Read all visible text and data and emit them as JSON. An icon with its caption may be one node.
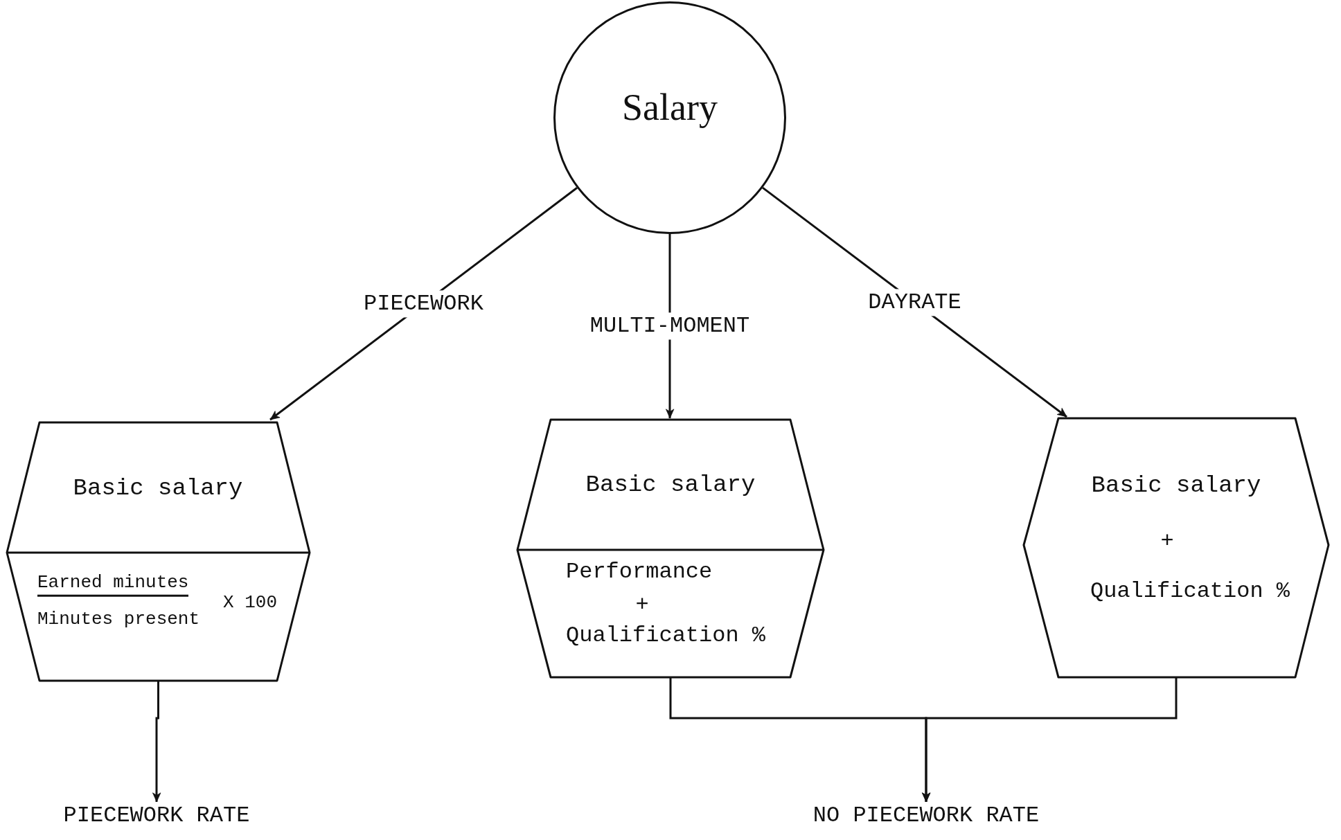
{
  "diagram": {
    "nodes": [
      {
        "text": [
          "Salary"
        ]
      },
      {
        "text": [
          "Basic salary",
          "Earned minutes",
          "Minutes present",
          "X 100"
        ]
      },
      {
        "text": [
          "Basic salary",
          "Performance",
          "+",
          "Qualification %"
        ]
      },
      {
        "text": [
          "Basic salary",
          "+",
          "Qualification %"
        ]
      },
      {
        "text": [
          "PIECEWORK RATE"
        ]
      },
      {
        "text": [
          "NO PIECEWORK RATE"
        ]
      }
    ],
    "edges": [
      {
        "from": 0,
        "to": 1,
        "arrow": "to",
        "label": "PIECEWORK"
      },
      {
        "from": 0,
        "to": 2,
        "arrow": "to",
        "label": "MULTI-MOMENT"
      },
      {
        "from": 0,
        "to": 3,
        "arrow": "to",
        "label": "DAYRATE"
      },
      {
        "from": 1,
        "to": 4,
        "arrow": "to"
      },
      {
        "from": 2,
        "to": 5,
        "arrow": "to"
      },
      {
        "from": 3,
        "to": 5,
        "arrow": "to"
      }
    ]
  }
}
